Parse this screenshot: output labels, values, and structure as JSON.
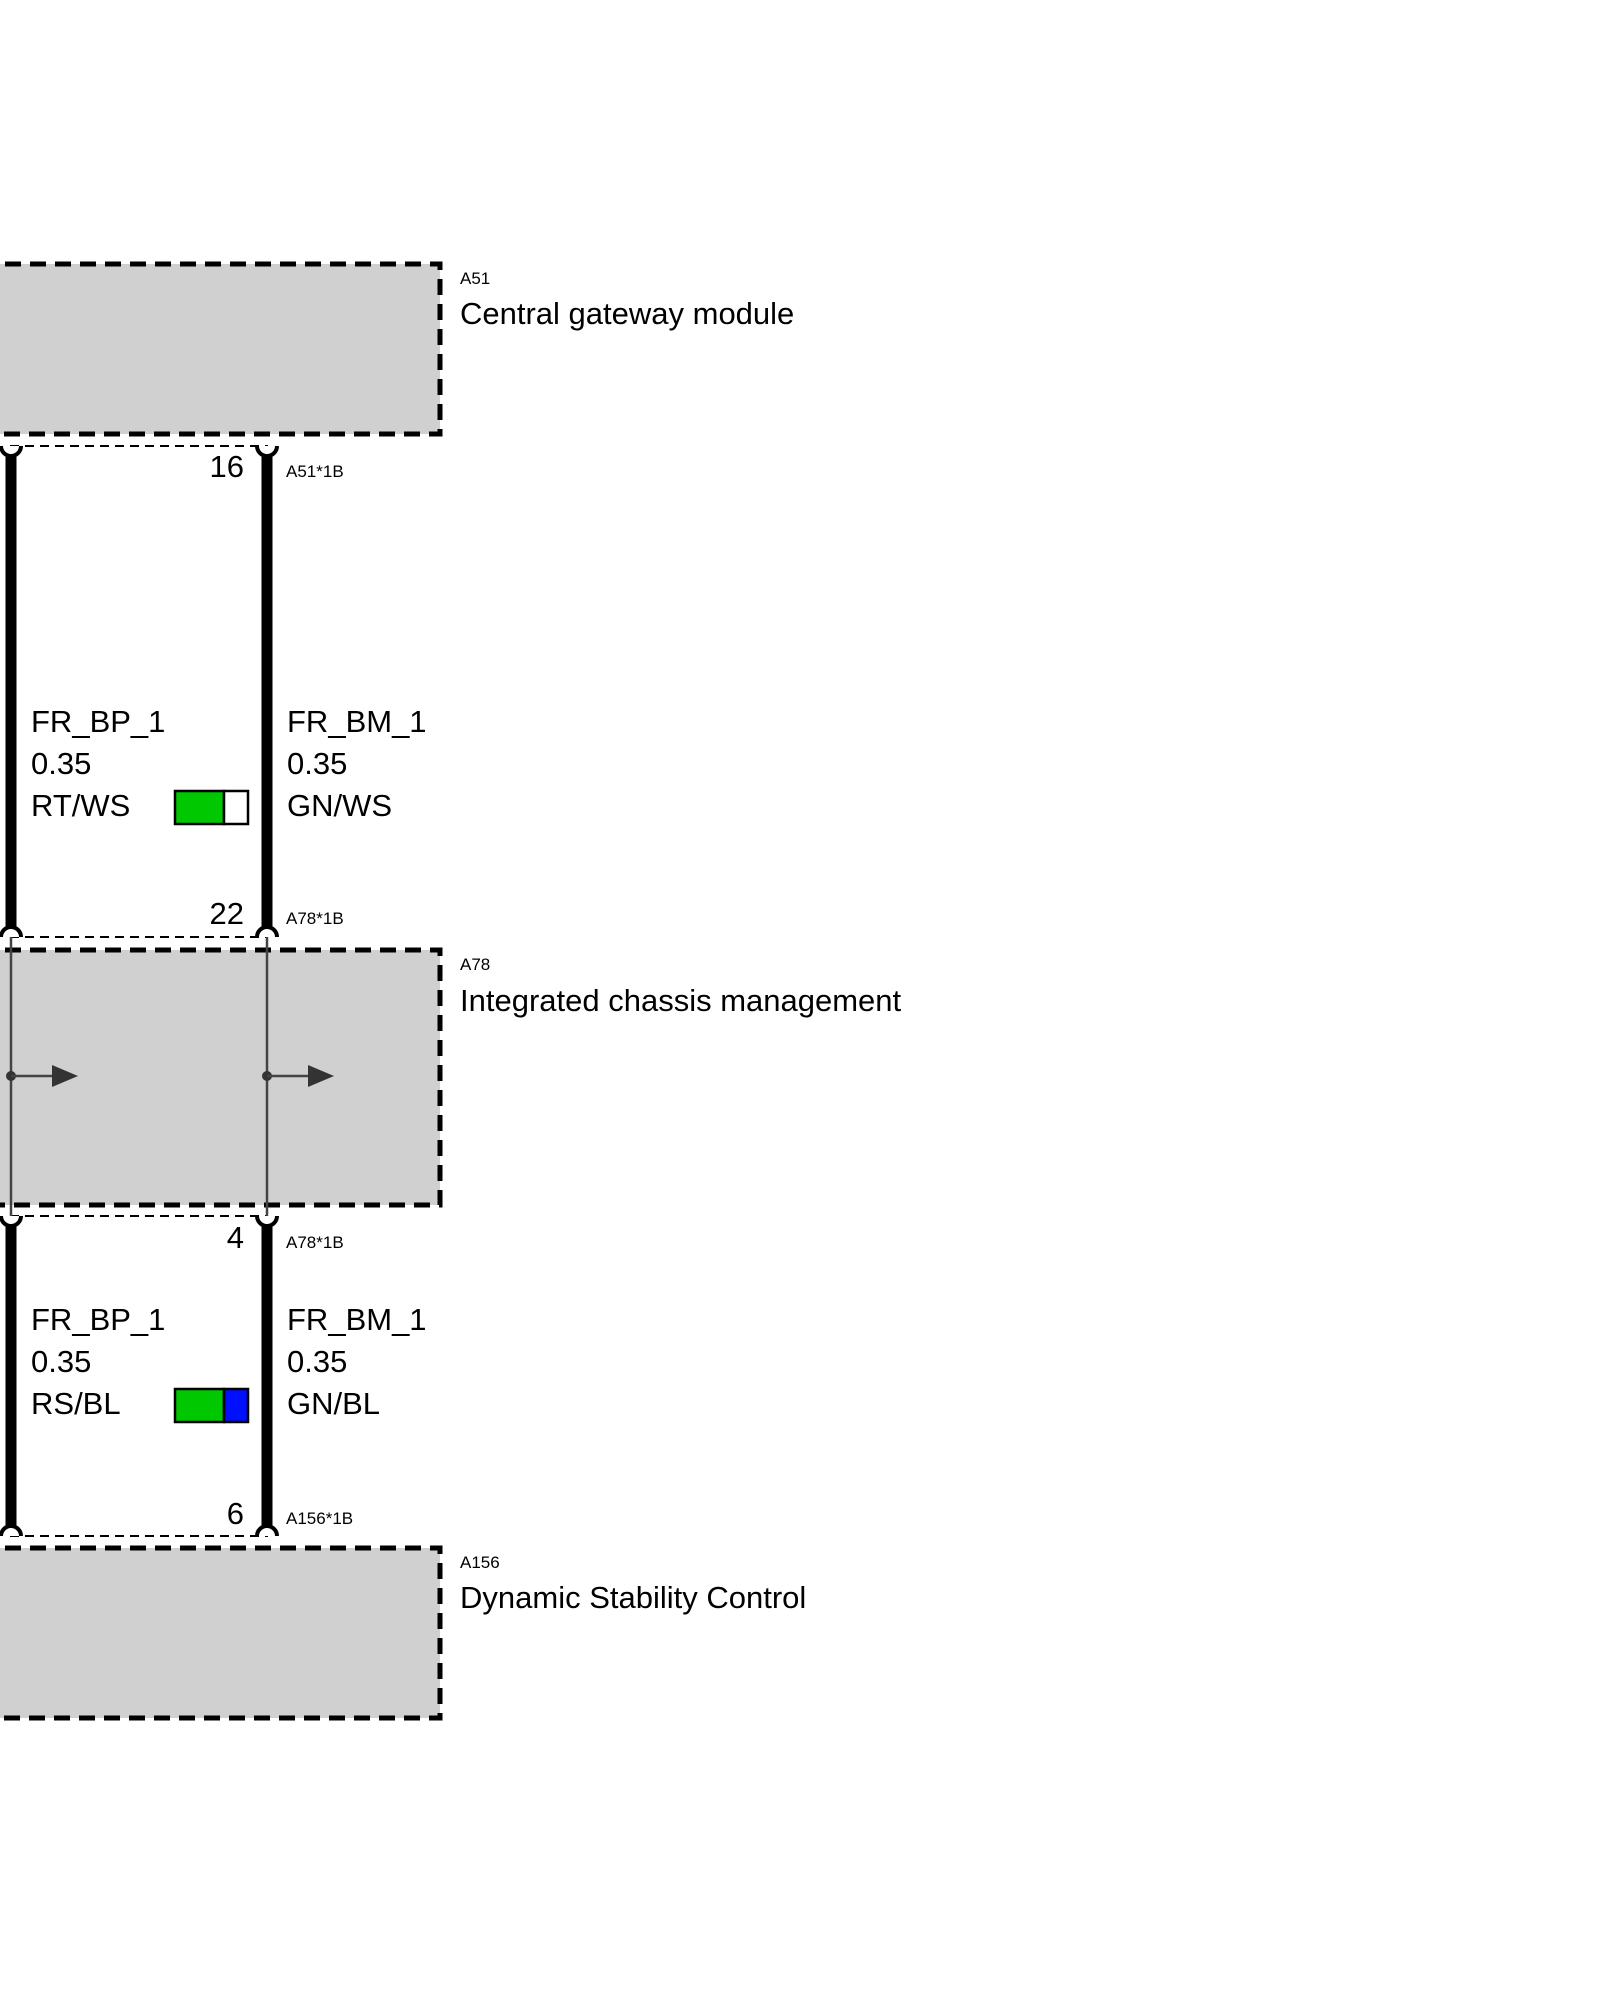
{
  "modules": [
    {
      "id": "A51",
      "name": "Central gateway module"
    },
    {
      "id": "A78",
      "name": "Integrated chassis management"
    },
    {
      "id": "A156",
      "name": "Dynamic Stability Control"
    }
  ],
  "connectors": {
    "a51_1b": "A51*1B",
    "a78_1b_top": "A78*1B",
    "a78_1b_bottom": "A78*1B",
    "a156_1b": "A156*1B"
  },
  "pins": {
    "a51_pin": "16",
    "a78_top_pin": "22",
    "a78_bottom_pin": "4",
    "a156_pin": "6"
  },
  "wires": {
    "upper_left": {
      "name": "FR_BP_1",
      "size": "0.35",
      "color_code": "RT/WS"
    },
    "upper_right": {
      "name": "FR_BM_1",
      "size": "0.35",
      "color_code": "GN/WS"
    },
    "lower_left": {
      "name": "FR_BP_1",
      "size": "0.35",
      "color_code": "RS/BL"
    },
    "lower_right": {
      "name": "FR_BM_1",
      "size": "0.35",
      "color_code": "GN/BL"
    }
  },
  "swatches": {
    "upper": {
      "primary": "#00c800",
      "secondary": "#ffffff"
    },
    "lower": {
      "primary": "#00c800",
      "secondary": "#0010ff"
    }
  }
}
